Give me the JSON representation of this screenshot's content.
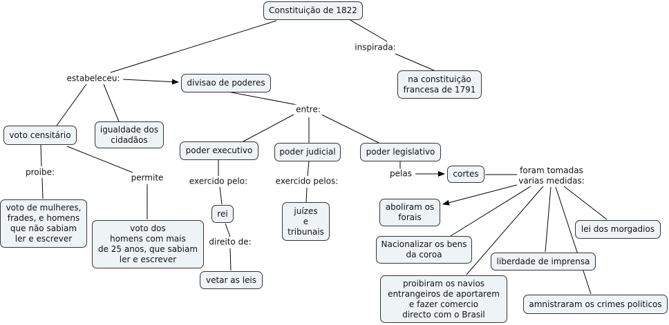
{
  "nodes": {
    "root": "Constituição de 1822",
    "francesa": "na constituição\nfrancesa de 1791",
    "divisao": "divisao de poderes",
    "voto_censitario": "voto censitário",
    "igualdade": "igualdade dos\ncidadãos",
    "executivo": "poder executivo",
    "judicial": "poder judicial",
    "legislativo": "poder legislativo",
    "voto_mulheres": "voto de mulheres,\nfrades, e homens\nque não sabiam\nler e escrever",
    "voto_homens": "voto dos\nhomens com mais\nde 25 anos, que sabiam\nler e escrever",
    "rei": "rei",
    "juizes": "juízes\ne\ntribunais",
    "vetar": "vetar as leis",
    "cortes": "cortes",
    "aboliram": "aboliram os\nforais",
    "morgadios": "lei dos morgadios",
    "nacionalizar": "Nacionalizar os bens\nda coroa",
    "liberdade": "liberdade de imprensa",
    "proibiram": "proibiram os navios\nentrangeiros de aportarem\ne fazer comercio\ndirecto com o Brasil",
    "amnistraram": "amnistraram os crimes politicos"
  },
  "links": {
    "inspirada": "inspirada:",
    "estabeleceu": "estabeleceu:",
    "entre": "entre:",
    "proibe": "proibe:",
    "permite": "permite",
    "exercido_pelo": "exercido pelo:",
    "exercido_pelos": "exercido pelos:",
    "direito_de": "direito de:",
    "pelas": "pelas",
    "medidas": "foram tomadas\nvarias medidas:"
  }
}
